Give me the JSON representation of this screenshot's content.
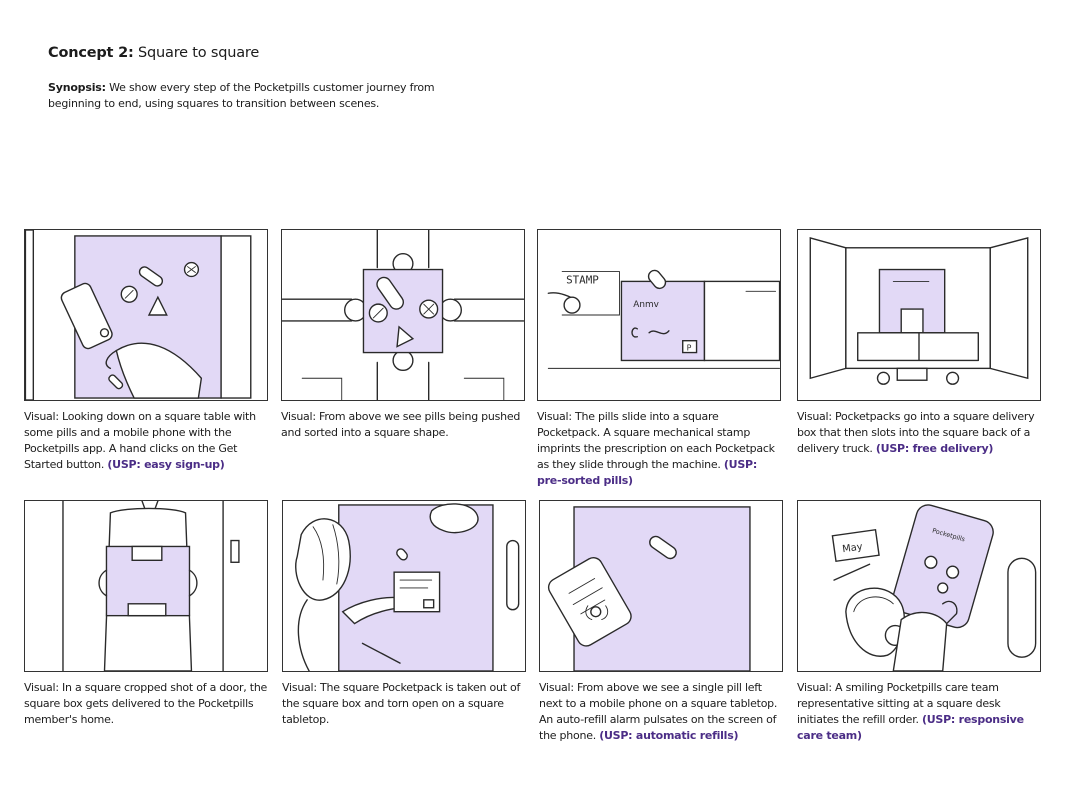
{
  "title": {
    "bold": "Concept 2:",
    "text": " Square to square"
  },
  "synopsis": {
    "label": "Synopsis:",
    "text": " We show every step of the Pocketpills customer journey from beginning to end, using squares to transition between scenes."
  },
  "panels": [
    {
      "visual": "Visual: Looking down on a square table with some pills and a mobile phone with the Pocketpills app. A hand clicks on the Get Started button.",
      "usp": "(USP: easy sign-up)"
    },
    {
      "visual": "Visual: From above we see pills being pushed and sorted into a square shape.",
      "usp": ""
    },
    {
      "visual": "Visual: The pills slide into a square Pocketpack. A square mechanical stamp imprints the prescription on each Pocketpack as they slide through the machine.",
      "usp": "(USP: pre-sorted pills)"
    },
    {
      "visual": "Visual: Pocketpacks go into a square delivery box that then slots into the square back of a delivery truck.",
      "usp": "(USP: free delivery)"
    },
    {
      "visual": "Visual: In a square cropped shot of a door, the square box gets delivered to the Pocketpills member's home.",
      "usp": ""
    },
    {
      "visual": "Visual: The square Pocketpack is taken out of the square box and torn open on a square tabletop.",
      "usp": ""
    },
    {
      "visual": "Visual: From above we see a single pill left next to a mobile phone on a square tabletop. An auto-refill alarm pulsates on the screen of the phone.",
      "usp": "(USP: automatic refills)"
    },
    {
      "visual": "Visual: A smiling Pocketpills care team representative sitting at a square desk initiates the refill order.",
      "usp": "(USP: responsive care team)"
    }
  ],
  "sketch_text": {
    "stamp": "STAMP",
    "panel3_card": "Anmv",
    "panel3_code": "P",
    "panel8_note": "May",
    "panel8_app": "Pocketpills"
  },
  "colors": {
    "accent_lavender": "#e2d9f6",
    "usp_purple": "#4b2d86",
    "ink": "#2a2a2a"
  }
}
